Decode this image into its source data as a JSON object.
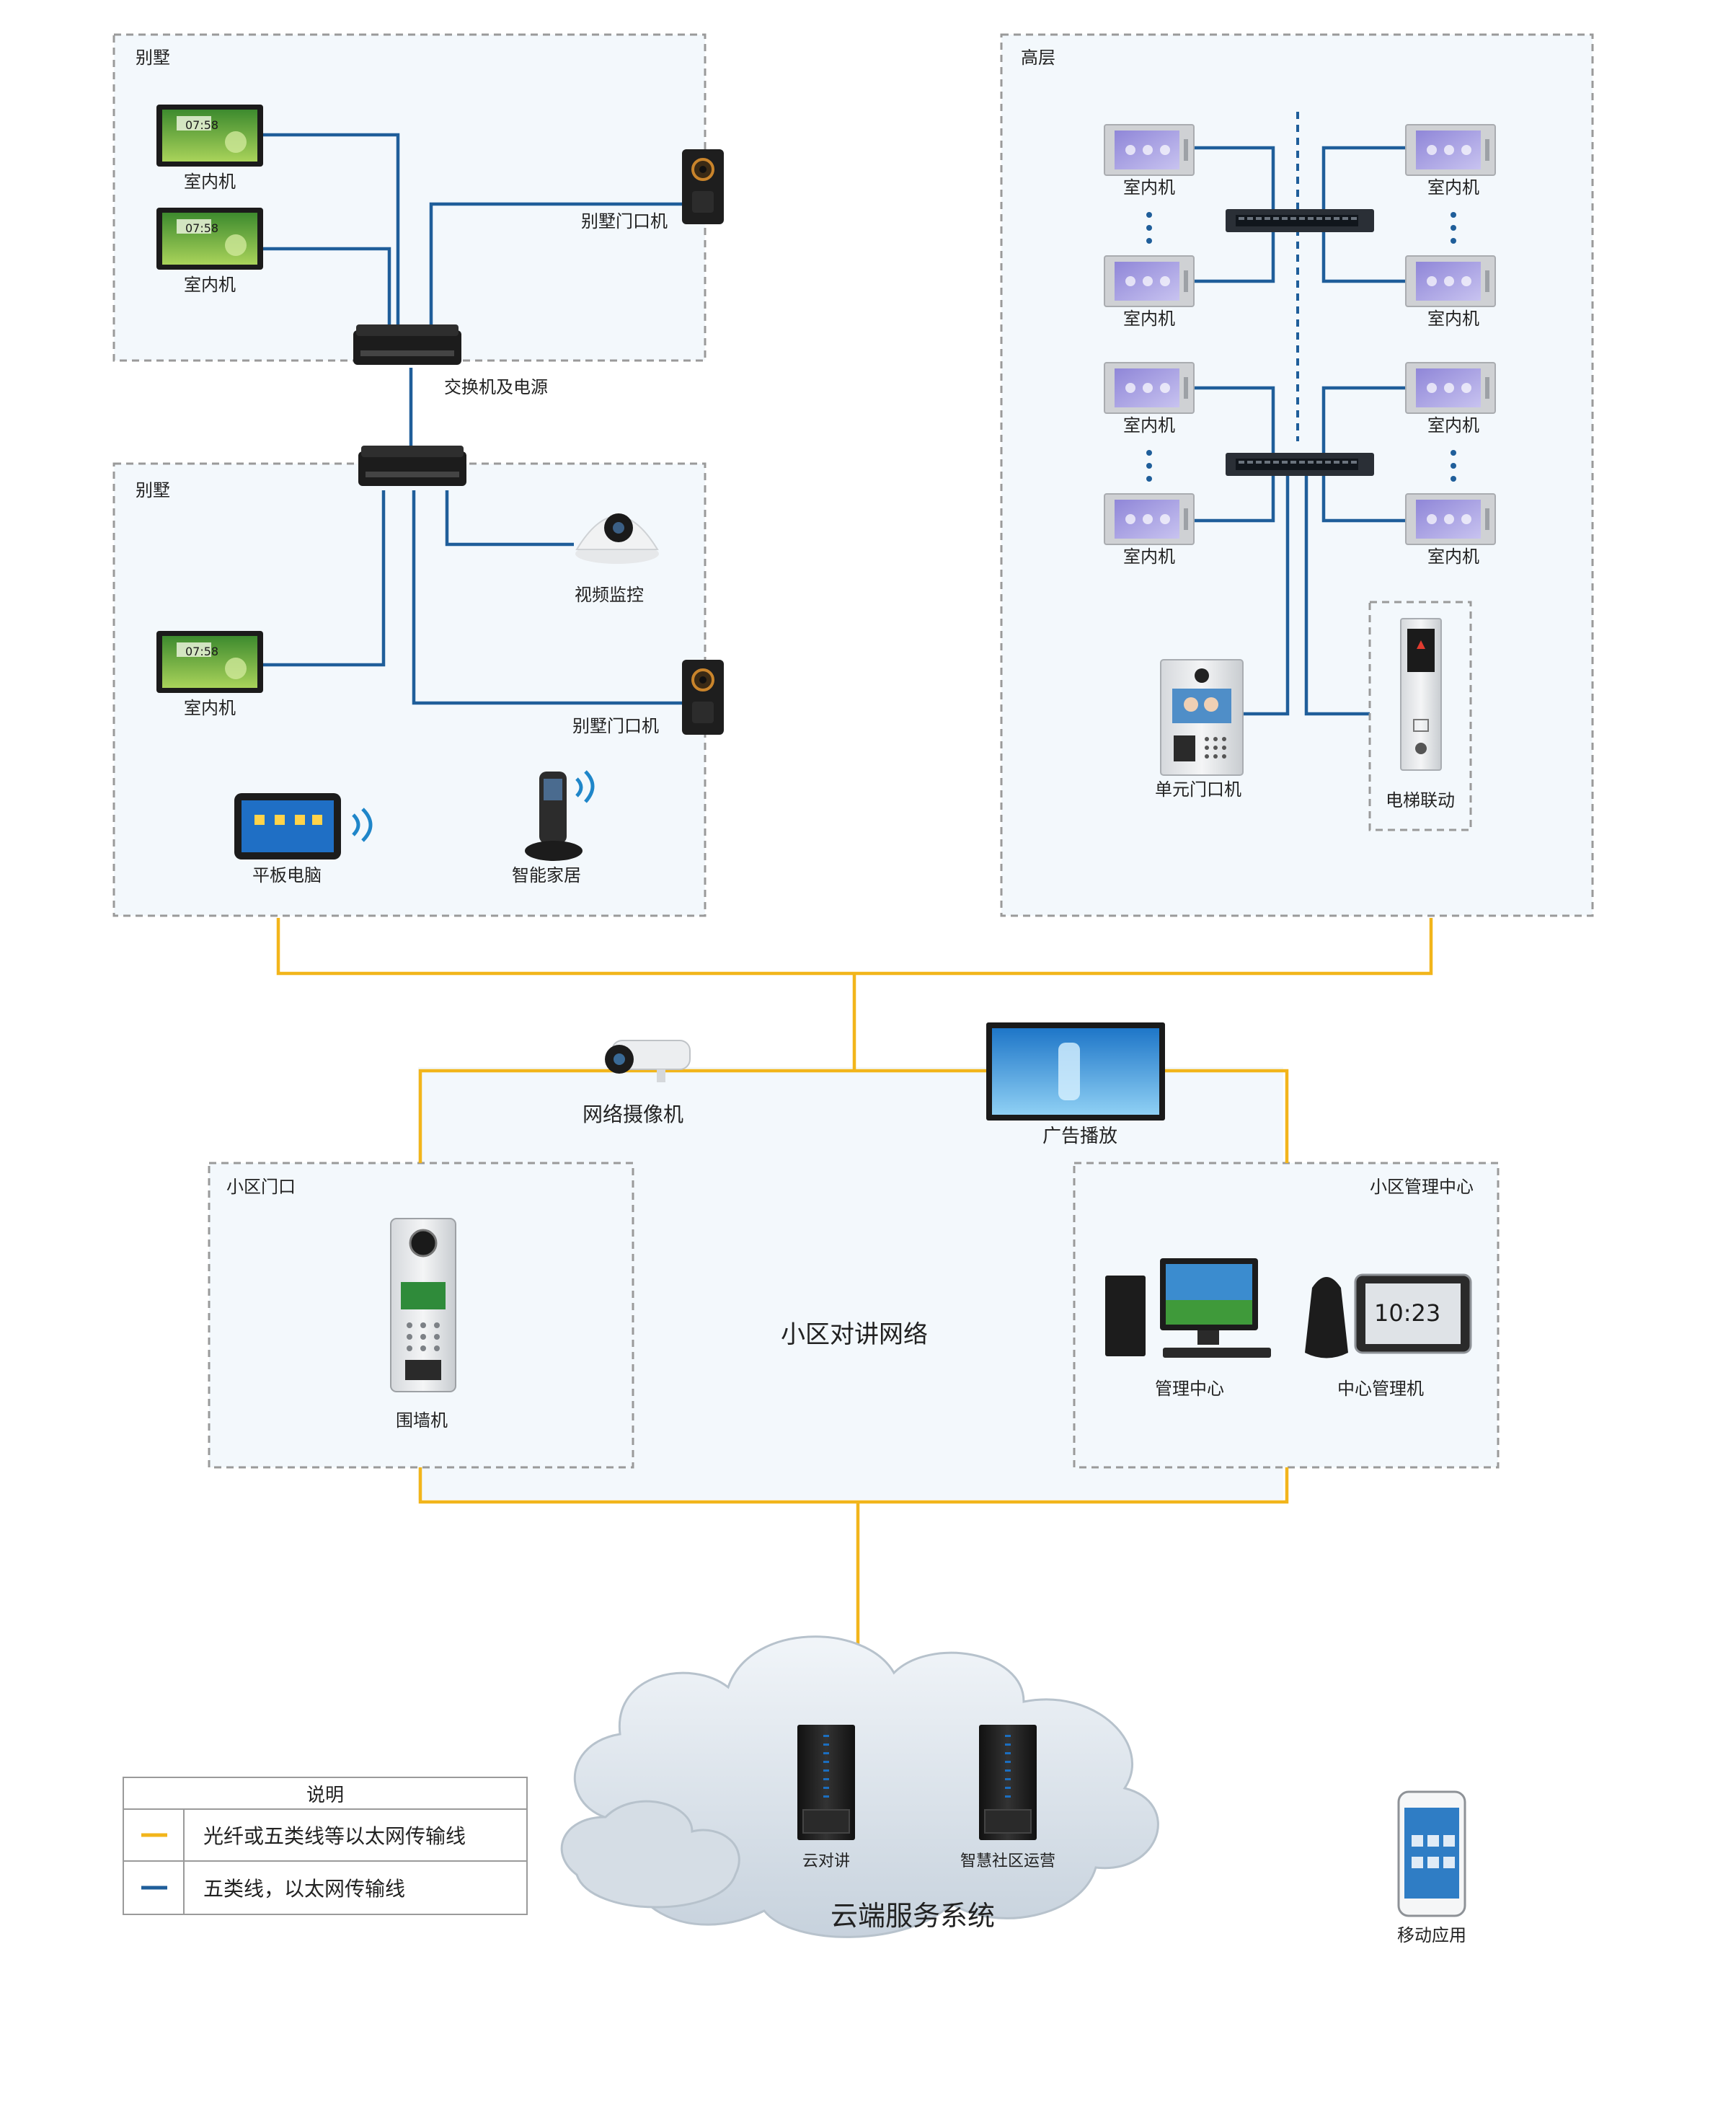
{
  "zones": {
    "villa_top": "别墅",
    "villa_bottom": "别墅",
    "highrise": "高层",
    "community_gate": "小区门口",
    "management_center": "小区管理中心"
  },
  "devices": {
    "indoor_unit": "室内机",
    "villa_door_station": "别墅门口机",
    "switch_power": "交换机及电源",
    "video_surveillance": "视频监控",
    "tablet": "平板电脑",
    "smart_home": "智能家居",
    "unit_door_station": "单元门口机",
    "elevator_link": "电梯联动",
    "network_camera": "网络摄像机",
    "ad_display": "广告播放",
    "wall_station": "围墙机",
    "management_center_pc": "管理中心",
    "center_manager": "中心管理机",
    "cloud_intercom": "云对讲",
    "smart_community_ops": "智慧社区运营",
    "mobile_app": "移动应用"
  },
  "network_title": "小区对讲网络",
  "cloud_title": "云端服务系统",
  "indoor_screen_time": "07:58",
  "center_screen_time": "10:23",
  "legend": {
    "title": "说明",
    "items": [
      {
        "label": "光纤或五类线等以太网传输线",
        "color": "#f2b51b"
      },
      {
        "label": "五类线，以太网传输线",
        "color": "#1f5e9a"
      }
    ]
  },
  "colors": {
    "ethernet_fiber": "#f2b51b",
    "cat5": "#1f5e9a",
    "zone_fill": "#f3f8fc",
    "zone_border": "#9a9a9a"
  }
}
